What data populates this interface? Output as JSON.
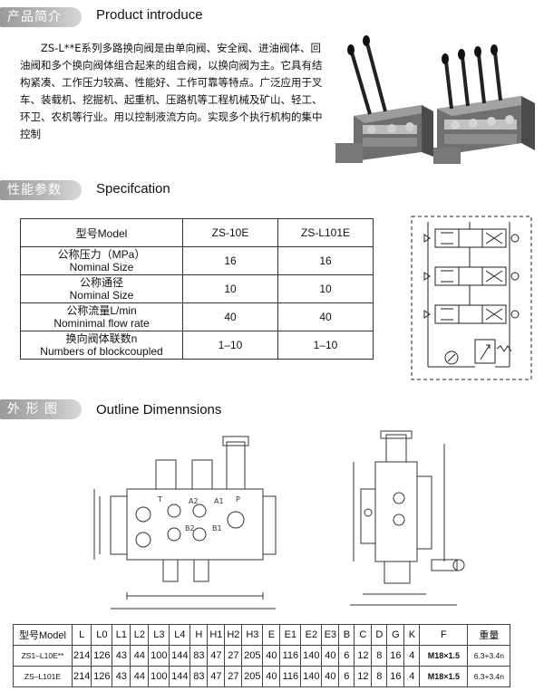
{
  "sections": {
    "intro": {
      "tag": "产品简介",
      "title": "Product introduce"
    },
    "spec": {
      "tag": "性能参数",
      "title": "Specifcation"
    },
    "outline": {
      "tag": "外 形 图",
      "title": "Outline Dimennsions"
    }
  },
  "intro_text": "ZS-L**E系列多路换向阀是由单向阀、安全阀、进油阀体、回油阀和多个换向阀体组合起来的组合阀，以换向阀为主。它具有结构紧凑、工作压力较高、性能好、工作可靠等特点。广泛应用于叉车、装载机、挖掘机、起重机、压路机等工程机械及矿山、轻工、环卫、农机等行业。用以控制液流方向。实现多个执行机构的集中控制",
  "spec_table": {
    "header": {
      "label": "型号Model",
      "col1": "ZS-10E",
      "col2": "ZS-L101E"
    },
    "rows": [
      {
        "cn": "公称压力（MPa）",
        "en": "Nominal Size",
        "v1": "16",
        "v2": "16"
      },
      {
        "cn": "公称通径",
        "en": "Nominal Size",
        "v1": "10",
        "v2": "10"
      },
      {
        "cn": "公称流量L/min",
        "en": "Nominimal flow rate",
        "v1": "40",
        "v2": "40"
      },
      {
        "cn": "换向阀体联数n",
        "en": "Numbers of blockcoupled",
        "v1": "1–10",
        "v2": "1–10"
      }
    ]
  },
  "drawing_labels": {
    "a2": "A2",
    "a1": "A1",
    "b2": "B2",
    "b1": "B1",
    "t": "T",
    "p": "P"
  },
  "dims_table": {
    "headers": [
      "型号Model",
      "L",
      "L0",
      "L1",
      "L2",
      "L3",
      "L4",
      "H",
      "H1",
      "H2",
      "H3",
      "E",
      "E1",
      "E2",
      "E3",
      "B",
      "C",
      "D",
      "G",
      "K",
      "F",
      "重量"
    ],
    "rows": [
      [
        "ZS1–L10E**",
        "214",
        "126",
        "43",
        "44",
        "100",
        "144",
        "83",
        "47",
        "27",
        "205",
        "40",
        "116",
        "140",
        "40",
        "6",
        "12",
        "8",
        "16",
        "4",
        "M18×1.5",
        "6.3+3.4n"
      ],
      [
        "ZS–L101E",
        "214",
        "126",
        "43",
        "44",
        "100",
        "144",
        "83",
        "47",
        "27",
        "205",
        "40",
        "116",
        "140",
        "40",
        "6",
        "12",
        "8",
        "16",
        "4",
        "M18×1.5",
        "6.3+3.4n"
      ]
    ]
  }
}
